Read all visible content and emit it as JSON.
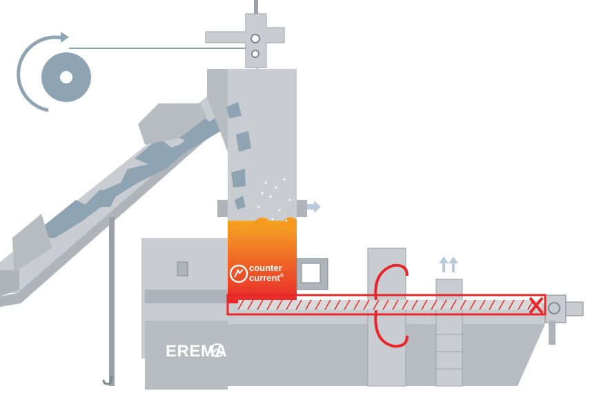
{
  "brand": {
    "name": "EREMA"
  },
  "technology_label": {
    "line1": "counter",
    "line2": "current",
    "mark": "®"
  },
  "colors": {
    "machine_grey": "#c9cdd1",
    "machine_dark": "#9aa2a8",
    "flake_blue": "#8fa4b3",
    "hot_red": "#e8262a",
    "hot_orange": "#f59a1f",
    "arrow_blue": "#b8cbd8"
  },
  "icons": [
    "roll-icon",
    "rotation-arrow-icon",
    "counter-current-logo-icon",
    "erema-logo-icon",
    "exhaust-arrow-icon",
    "vent-arrows-icon",
    "hook-icon"
  ]
}
